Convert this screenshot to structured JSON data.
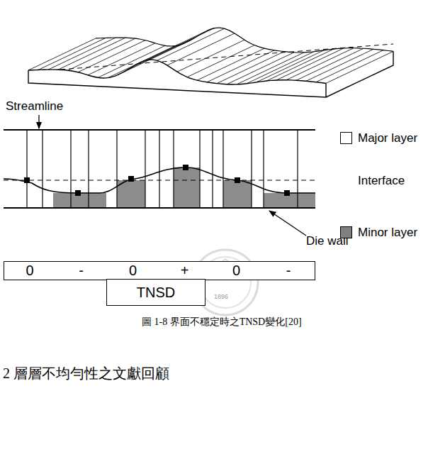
{
  "diagram": {
    "caption": "圖 1-8 界面不穩定時之TNSD變化[20]",
    "nodes": [
      {
        "text": [
          "0"
        ]
      },
      {
        "text": [
          "-"
        ]
      },
      {
        "text": [
          "0"
        ]
      },
      {
        "text": [
          "+"
        ]
      },
      {
        "text": [
          "0"
        ]
      },
      {
        "text": [
          "-"
        ]
      },
      {
        "text": [
          "TNSD"
        ]
      }
    ],
    "labels": [
      "Streamline",
      "Interface",
      "Die wall",
      "1896",
      "2 層層不均勻性之文獻回顧"
    ],
    "legend": [
      {
        "text": "Major layer",
        "color": "#ffffff"
      },
      {
        "text": "Minor layer",
        "color": "#808080"
      }
    ]
  }
}
